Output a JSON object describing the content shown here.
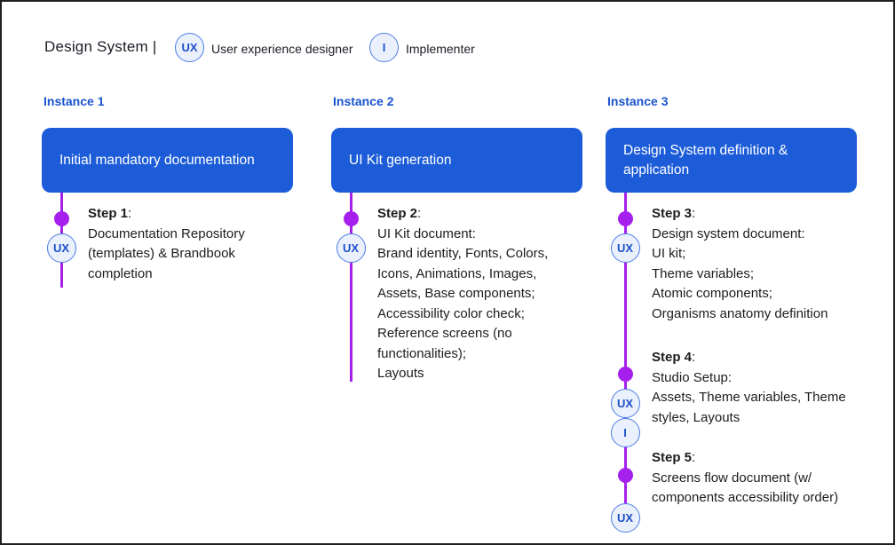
{
  "title": "Design System |",
  "legend": [
    {
      "badge": "UX",
      "label": "User experience designer"
    },
    {
      "badge": "I",
      "label": "Implementer"
    }
  ],
  "step_colon": ":",
  "colors": {
    "header_blue": "#1c5cd8",
    "instance_blue": "#1a53cd",
    "timeline_purple": "#a520ec",
    "badge_fill": "#eaf0fc",
    "badge_border": "#4d7de4",
    "badge_text": "#1d50c8"
  },
  "columns": [
    {
      "instance": "Instance 1",
      "header": "Initial mandatory documentation",
      "steps": [
        {
          "label": "Step 1",
          "body": "Documentation Repository\n(templates) & Brandbook\ncompletion",
          "badges": [
            "UX"
          ]
        }
      ]
    },
    {
      "instance": "Instance 2",
      "header": "UI Kit generation",
      "steps": [
        {
          "label": "Step 2",
          "body": "UI Kit document:\nBrand identity, Fonts, Colors,\nIcons, Animations, Images,\nAssets, Base components;\nAccessibility color check;\nReference screens (no\nfunctionalities);\nLayouts",
          "badges": [
            "UX"
          ]
        }
      ]
    },
    {
      "instance": "Instance 3",
      "header": "Design System definition &\napplication",
      "steps": [
        {
          "label": "Step 3",
          "body": "Design system document:\nUI kit;\nTheme variables;\nAtomic components;\nOrganisms anatomy definition",
          "badges": [
            "UX"
          ]
        },
        {
          "label": "Step 4",
          "body": "Studio Setup:\nAssets, Theme variables, Theme\nstyles, Layouts",
          "badges": [
            "UX",
            "I"
          ]
        },
        {
          "label": "Step 5",
          "body": "Screens flow document (w/\ncomponents accessibility order)",
          "badges": [
            "UX"
          ]
        }
      ]
    }
  ]
}
